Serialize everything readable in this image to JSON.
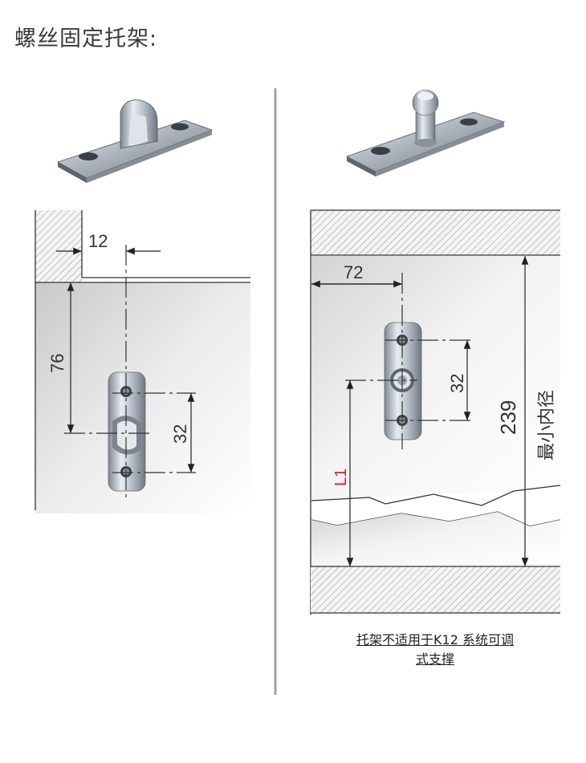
{
  "title": "螺丝固定托架:",
  "left_panel": {
    "dim_horizontal": "12",
    "dim_vertical": "76",
    "dim_hole_spacing": "32"
  },
  "right_panel": {
    "dim_horizontal": "72",
    "dim_hole_spacing": "32",
    "dim_overall": "239",
    "overall_label": "最小内径",
    "height_label": "L1",
    "note_line1": "托架不适用于K12 系统可调",
    "note_line2": "式支撑"
  },
  "colors": {
    "accent_red": "#d11f26",
    "line": "#333333",
    "hatch": "#8a8a8a",
    "divider": "#9a9a9a"
  }
}
